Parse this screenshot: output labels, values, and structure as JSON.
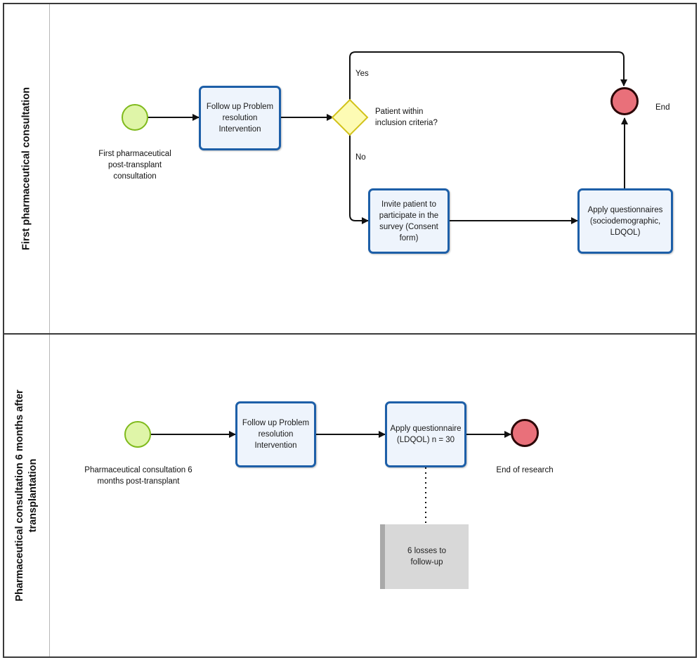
{
  "lanes": [
    {
      "title": "First pharmaceutical consultation"
    },
    {
      "title_line1": "Pharmaceutical consultation 6 months after",
      "title_line2": "transplantation"
    }
  ],
  "lane1": {
    "start_label": "First pharmaceutical post-transplant consultation",
    "task_followup": "Follow up Problem resolution Intervention",
    "gateway_label": "Patient within inclusion criteria?",
    "yes_label": "Yes",
    "no_label": "No",
    "task_invite": "Invite patient to participate in the survey (Consent form)",
    "task_apply": "Apply questionnaires (sociodemographic, LDQOL)",
    "end_label": "End"
  },
  "lane2": {
    "start_label": "Pharmaceutical consultation 6 months post-transplant",
    "task_followup": "Follow up Problem resolution Intervention",
    "task_apply": "Apply questionnaire (LDQOL) n = 30",
    "end_label": "End of research",
    "note": "6 losses to follow-up"
  },
  "colors": {
    "task_border": "#1d5fa8",
    "task_fill": "#eef4fc",
    "start_fill": "#dff5a8",
    "start_border": "#7fba1c",
    "end_fill": "#e9707a",
    "gateway_fill": "#fdfbb4",
    "gateway_border": "#d2c21a"
  }
}
